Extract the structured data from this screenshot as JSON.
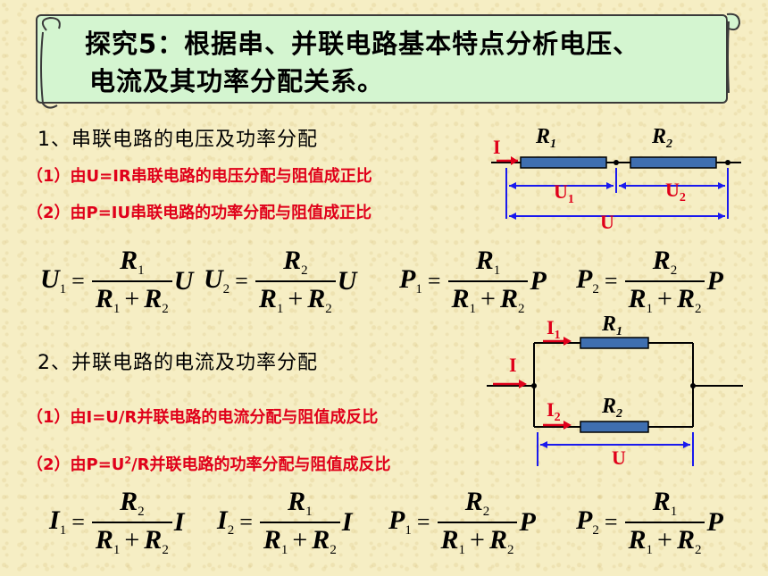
{
  "banner": {
    "title_line1": "探究5：根据串、并联电路基本特点分析电压、",
    "title_line2": "电流及其功率分配关系。"
  },
  "series": {
    "heading": "1、串联电路的电压及功率分配",
    "rule1": "（1）由U=IR串联电路的电压分配与阻值成正比",
    "rule2": "（2）由P=IU串联电路的功率分配与阻值成正比",
    "diagram": {
      "current": "I",
      "r1": "R",
      "r1_sub": "1",
      "r2": "R",
      "r2_sub": "2",
      "u1": "U",
      "u1_sub": "1",
      "u2": "U",
      "u2_sub": "2",
      "u": "U"
    },
    "formulas": [
      {
        "lhs": "U",
        "lhs_sub": "1",
        "num": "R",
        "num_sub": "1",
        "rhs": "U"
      },
      {
        "lhs": "U",
        "lhs_sub": "2",
        "num": "R",
        "num_sub": "2",
        "rhs": "U"
      },
      {
        "lhs": "P",
        "lhs_sub": "1",
        "num": "R",
        "num_sub": "1",
        "rhs": "P"
      },
      {
        "lhs": "P",
        "lhs_sub": "2",
        "num": "R",
        "num_sub": "2",
        "rhs": "P"
      }
    ]
  },
  "parallel": {
    "heading": "2、并联电路的电流及功率分配",
    "rule1": "（1）由I=U/R并联电路的电流分配与阻值成反比",
    "rule2_pre": "（2）由P=U",
    "rule2_sup": "2",
    "rule2_post": "/R并联电路的功率分配与阻值成反比",
    "diagram": {
      "current": "I",
      "i1": "I",
      "i1_sub": "1",
      "i2": "I",
      "i2_sub": "2",
      "r1": "R",
      "r1_sub": "1",
      "r2": "R",
      "r2_sub": "2",
      "u": "U"
    },
    "formulas": [
      {
        "lhs": "I",
        "lhs_sub": "1",
        "num": "R",
        "num_sub": "2",
        "rhs": "I"
      },
      {
        "lhs": "I",
        "lhs_sub": "2",
        "num": "R",
        "num_sub": "1",
        "rhs": "I"
      },
      {
        "lhs": "P",
        "lhs_sub": "1",
        "num": "R",
        "num_sub": "2",
        "rhs": "P"
      },
      {
        "lhs": "P",
        "lhs_sub": "2",
        "num": "R",
        "num_sub": "1",
        "rhs": "P"
      }
    ]
  },
  "denominator": {
    "a": "R",
    "a_sub": "1",
    "plus": "+",
    "b": "R",
    "b_sub": "2"
  },
  "equals": "=",
  "colors": {
    "wire": "#1a1aee",
    "arrow": "#e0001a",
    "resistor": "#3f6fb0",
    "banner": "#d4f5d0"
  }
}
